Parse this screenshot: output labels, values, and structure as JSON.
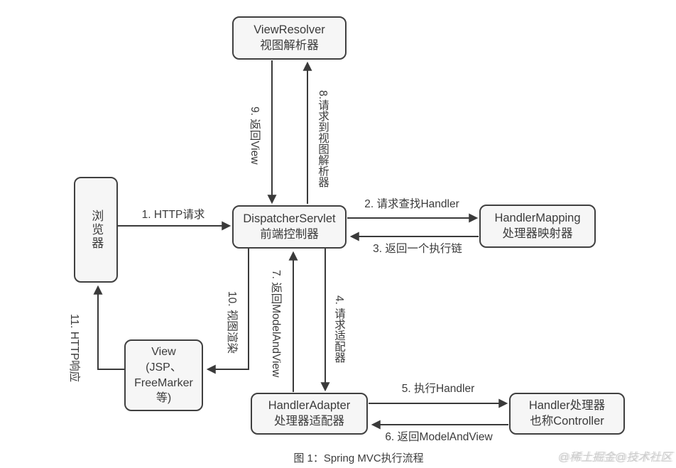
{
  "diagram": {
    "caption": "图 1：Spring MVC执行流程",
    "watermark": "@稀土掘金@技术社区"
  },
  "colors": {
    "box_fill": "#f6f6f6",
    "box_border": "#404040",
    "line": "#3a3a3a",
    "text": "#3b3b3b",
    "watermark": "#cccccc"
  },
  "nodes": {
    "view_resolver": {
      "title": "ViewResolver",
      "subtitle": "视图解析器"
    },
    "browser": {
      "title": "浏览器"
    },
    "dispatcher": {
      "title": "DispatcherServlet",
      "subtitle": "前端控制器"
    },
    "handler_mapping": {
      "title": "HandlerMapping",
      "subtitle": "处理器映射器"
    },
    "view": {
      "lines": [
        "View",
        "(JSP、",
        "FreeMarker",
        "等)"
      ]
    },
    "handler_adapter": {
      "title": "HandlerAdapter",
      "subtitle": "处理器适配器"
    },
    "handler": {
      "title": "Handler处理器",
      "subtitle": "也称Controller"
    }
  },
  "edges": {
    "e1": "1. HTTP请求",
    "e2": "2. 请求查找Handler",
    "e3": "3. 返回一个执行链",
    "e4": "4. 请求适配器",
    "e5": "5. 执行Handler",
    "e6": "6. 返回ModelAndView",
    "e7": "7. 返回ModelAndView",
    "e8": "8.请求到视图解析器",
    "e9": "9. 返回View",
    "e10": "10. 视图渲染",
    "e11": "11. HTTP响应"
  }
}
